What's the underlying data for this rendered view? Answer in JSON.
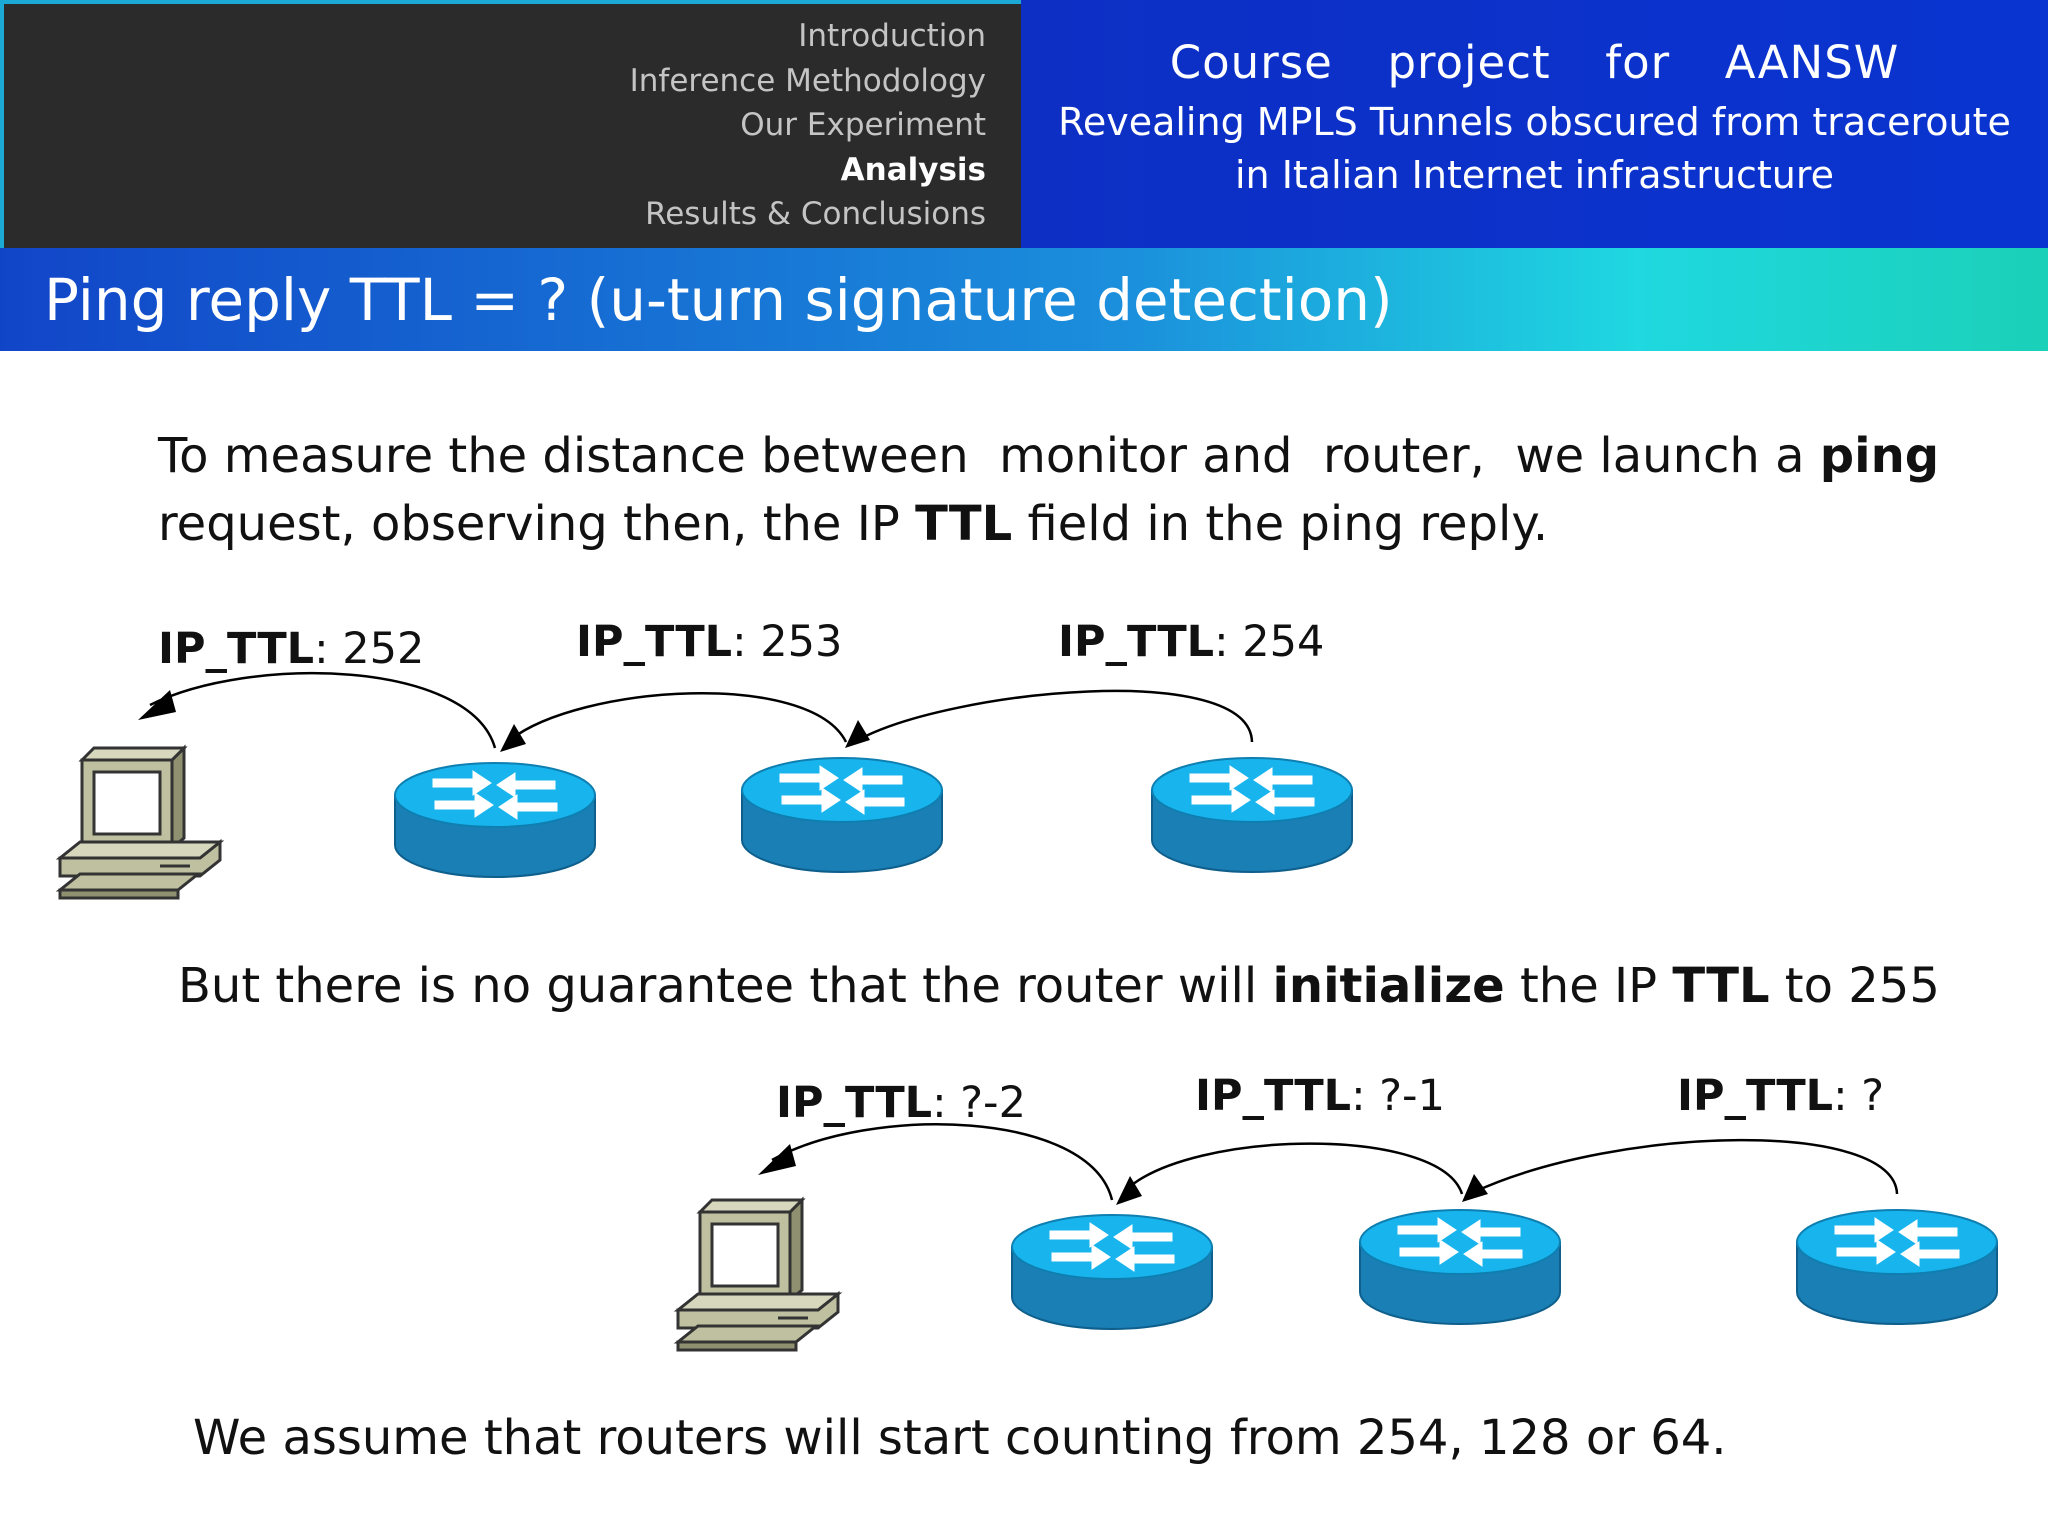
{
  "nav": {
    "items": [
      {
        "label": "Introduction",
        "active": false
      },
      {
        "label": "Inference Methodology",
        "active": false
      },
      {
        "label": "Our Experiment",
        "active": false
      },
      {
        "label": "Analysis",
        "active": true
      },
      {
        "label": "Results & Conclusions",
        "active": false
      }
    ]
  },
  "course": {
    "title": "Course  project  for  AANSW",
    "subtitle_line1": "Revealing MPLS Tunnels obscured from traceroute",
    "subtitle_line2": "in Italian Internet infrastructure"
  },
  "slide": {
    "title": "Ping reply TTL = ? (u-turn signature detection)"
  },
  "intro": {
    "line1_pre": "To measure the distance between  monitor and  router,  we launch a ",
    "line1_bold": "ping",
    "line2_pre": "request, observing then, the IP ",
    "line2_bold": "TTL",
    "line2_post": " field in the ping reply."
  },
  "diagram_top": {
    "labels": [
      {
        "key": "IP_TTL",
        "value": ": 252"
      },
      {
        "key": "IP_TTL",
        "value": ": 253"
      },
      {
        "key": "IP_TTL",
        "value": ": 254"
      }
    ]
  },
  "middle": {
    "pre": "But there is no guarantee that the router will ",
    "bold1": "initialize",
    "mid": " the IP ",
    "bold2": "TTL",
    "post": " to 255"
  },
  "diagram_bottom": {
    "labels": [
      {
        "key": "IP_TTL",
        "value": ": ?-2"
      },
      {
        "key": "IP_TTL",
        "value": ": ?-1"
      },
      {
        "key": "IP_TTL",
        "value": ": ?"
      }
    ]
  },
  "conclusion": {
    "text": "We assume that routers will start counting from 254, 128 or 64."
  },
  "colors": {
    "nav_bg": "#2b2b2b",
    "course_bg": "#0d2fc4",
    "router_top": "#18b4ee",
    "router_side": "#1a7fb5"
  },
  "icons": [
    "computer-icon",
    "router-icon"
  ]
}
